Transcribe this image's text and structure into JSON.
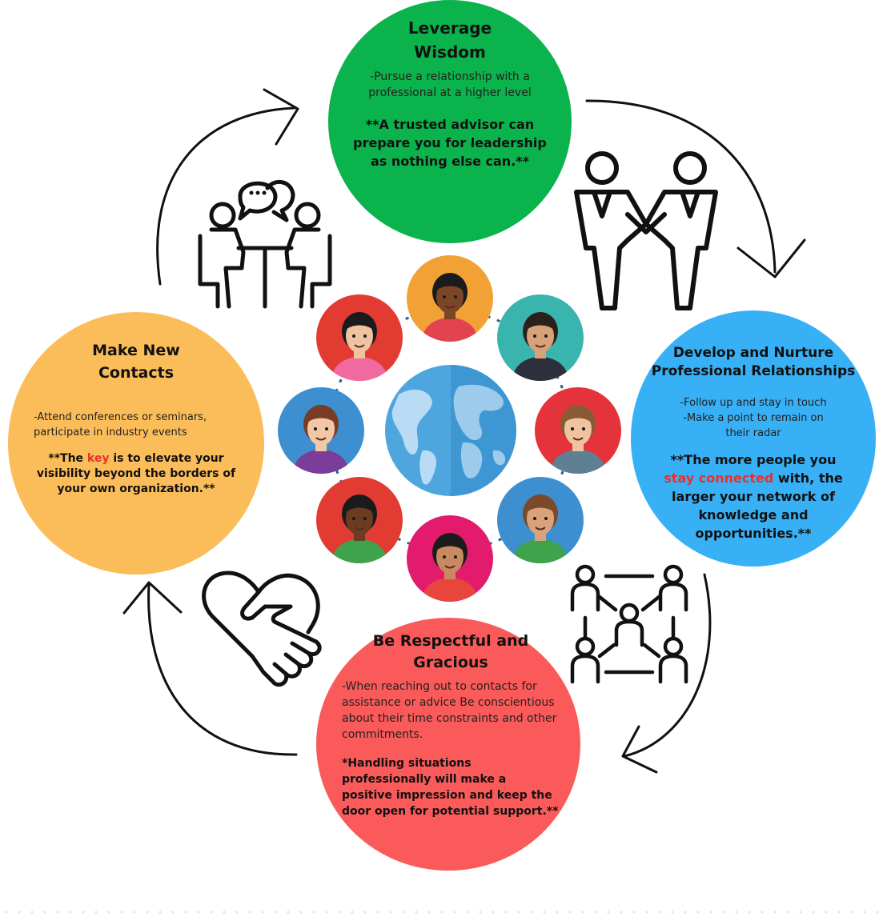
{
  "colors": {
    "green": "#0bb34c",
    "blue": "#37b0f6",
    "orange": "#fbbd59",
    "red": "#fb5a5a",
    "accent_red": "#e8312c",
    "globe_blue": "#4fa6df",
    "globe_land": "#b9dcf4",
    "connector_dots": "#2b5f86"
  },
  "leverage": {
    "title_line1": "Leverage",
    "title_line2": "Wisdom",
    "body": "-Pursue a relationship with a professional at a higher level",
    "strong": "**A trusted advisor can prepare you for leadership as nothing else can.**"
  },
  "develop": {
    "title_line1": "Develop and Nurture",
    "title_line2": "Professional Relationships",
    "body_line1": "-Follow up and stay in touch",
    "body_line2": "-Make a point to remain on their radar",
    "strong_pre": "**The more people you ",
    "strong_highlight": "stay connected",
    "strong_post": " with, the larger your network of knowledge and opportunities.**"
  },
  "contacts": {
    "title_line1": "Make New",
    "title_line2": "Contacts",
    "body": "-Attend conferences or seminars, participate in industry events",
    "strong_pre": "**The ",
    "strong_highlight": "key",
    "strong_post": " is to elevate your visibility beyond the borders of your own organization.**"
  },
  "respect": {
    "title_line1": "Be Respectful and",
    "title_line2": "Gracious",
    "body": "-When reaching out to contacts for assistance or advice Be conscientious about their time constraints and other commitments.",
    "strong": "*Handling situations professionally will make a positive impression and keep the door open for potential support.**"
  },
  "icons": [
    "two-people-holding-hands-icon",
    "people-talking-at-table-icon",
    "heart-handshake-icon",
    "network-people-icon",
    "globe-icon"
  ],
  "avatars": [
    {
      "name": "avatar-top",
      "bg": "#f2a234",
      "skin": "#7a4626",
      "hair": "#1b1b1b",
      "shirt": "#e2444f"
    },
    {
      "name": "avatar-top-right",
      "bg": "#39b4ae",
      "skin": "#d7a17a",
      "hair": "#2b211c",
      "shirt": "#2d2f3a"
    },
    {
      "name": "avatar-right",
      "bg": "#e4333a",
      "skin": "#f0c3a0",
      "hair": "#8a5a34",
      "shirt": "#5f7f93"
    },
    {
      "name": "avatar-bottom-right",
      "bg": "#3d8fd0",
      "skin": "#d9a27d",
      "hair": "#7a4a2a",
      "shirt": "#3ea34a"
    },
    {
      "name": "avatar-bottom",
      "bg": "#e31b6d",
      "skin": "#c98a62",
      "hair": "#1b1b1b",
      "shirt": "#e8453c"
    },
    {
      "name": "avatar-bottom-left",
      "bg": "#e23c32",
      "skin": "#6b3b22",
      "hair": "#1b1b1b",
      "shirt": "#3ea34a"
    },
    {
      "name": "avatar-left",
      "bg": "#3d8fd0",
      "skin": "#f1c7a5",
      "hair": "#7a3c24",
      "shirt": "#7a3d9a"
    },
    {
      "name": "avatar-top-left",
      "bg": "#e23c32",
      "skin": "#f0c3a0",
      "hair": "#1b1b1b",
      "shirt": "#f06aa0"
    }
  ]
}
